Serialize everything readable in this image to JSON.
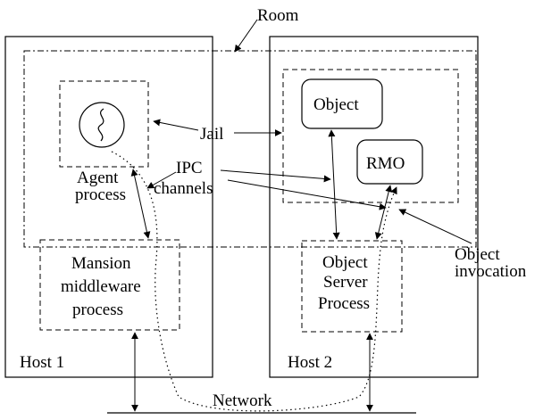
{
  "labels": {
    "room": "Room",
    "jail": "Jail",
    "object": "Object",
    "rmo": "RMO",
    "ipc_line1": "IPC",
    "ipc_line2": "channels",
    "agent_line1": "Agent",
    "agent_line2": "process",
    "mansion_line1": "Mansion",
    "mansion_line2": "middleware",
    "mansion_line3": "process",
    "oserver_line1": "Object",
    "oserver_line2": "Server",
    "oserver_line3": "Process",
    "invocation_line1": "Object",
    "invocation_line2": "invocation",
    "host1": "Host 1",
    "host2": "Host 2",
    "network": "Network"
  },
  "colors": {
    "stroke": "#000000",
    "background": "#ffffff"
  }
}
